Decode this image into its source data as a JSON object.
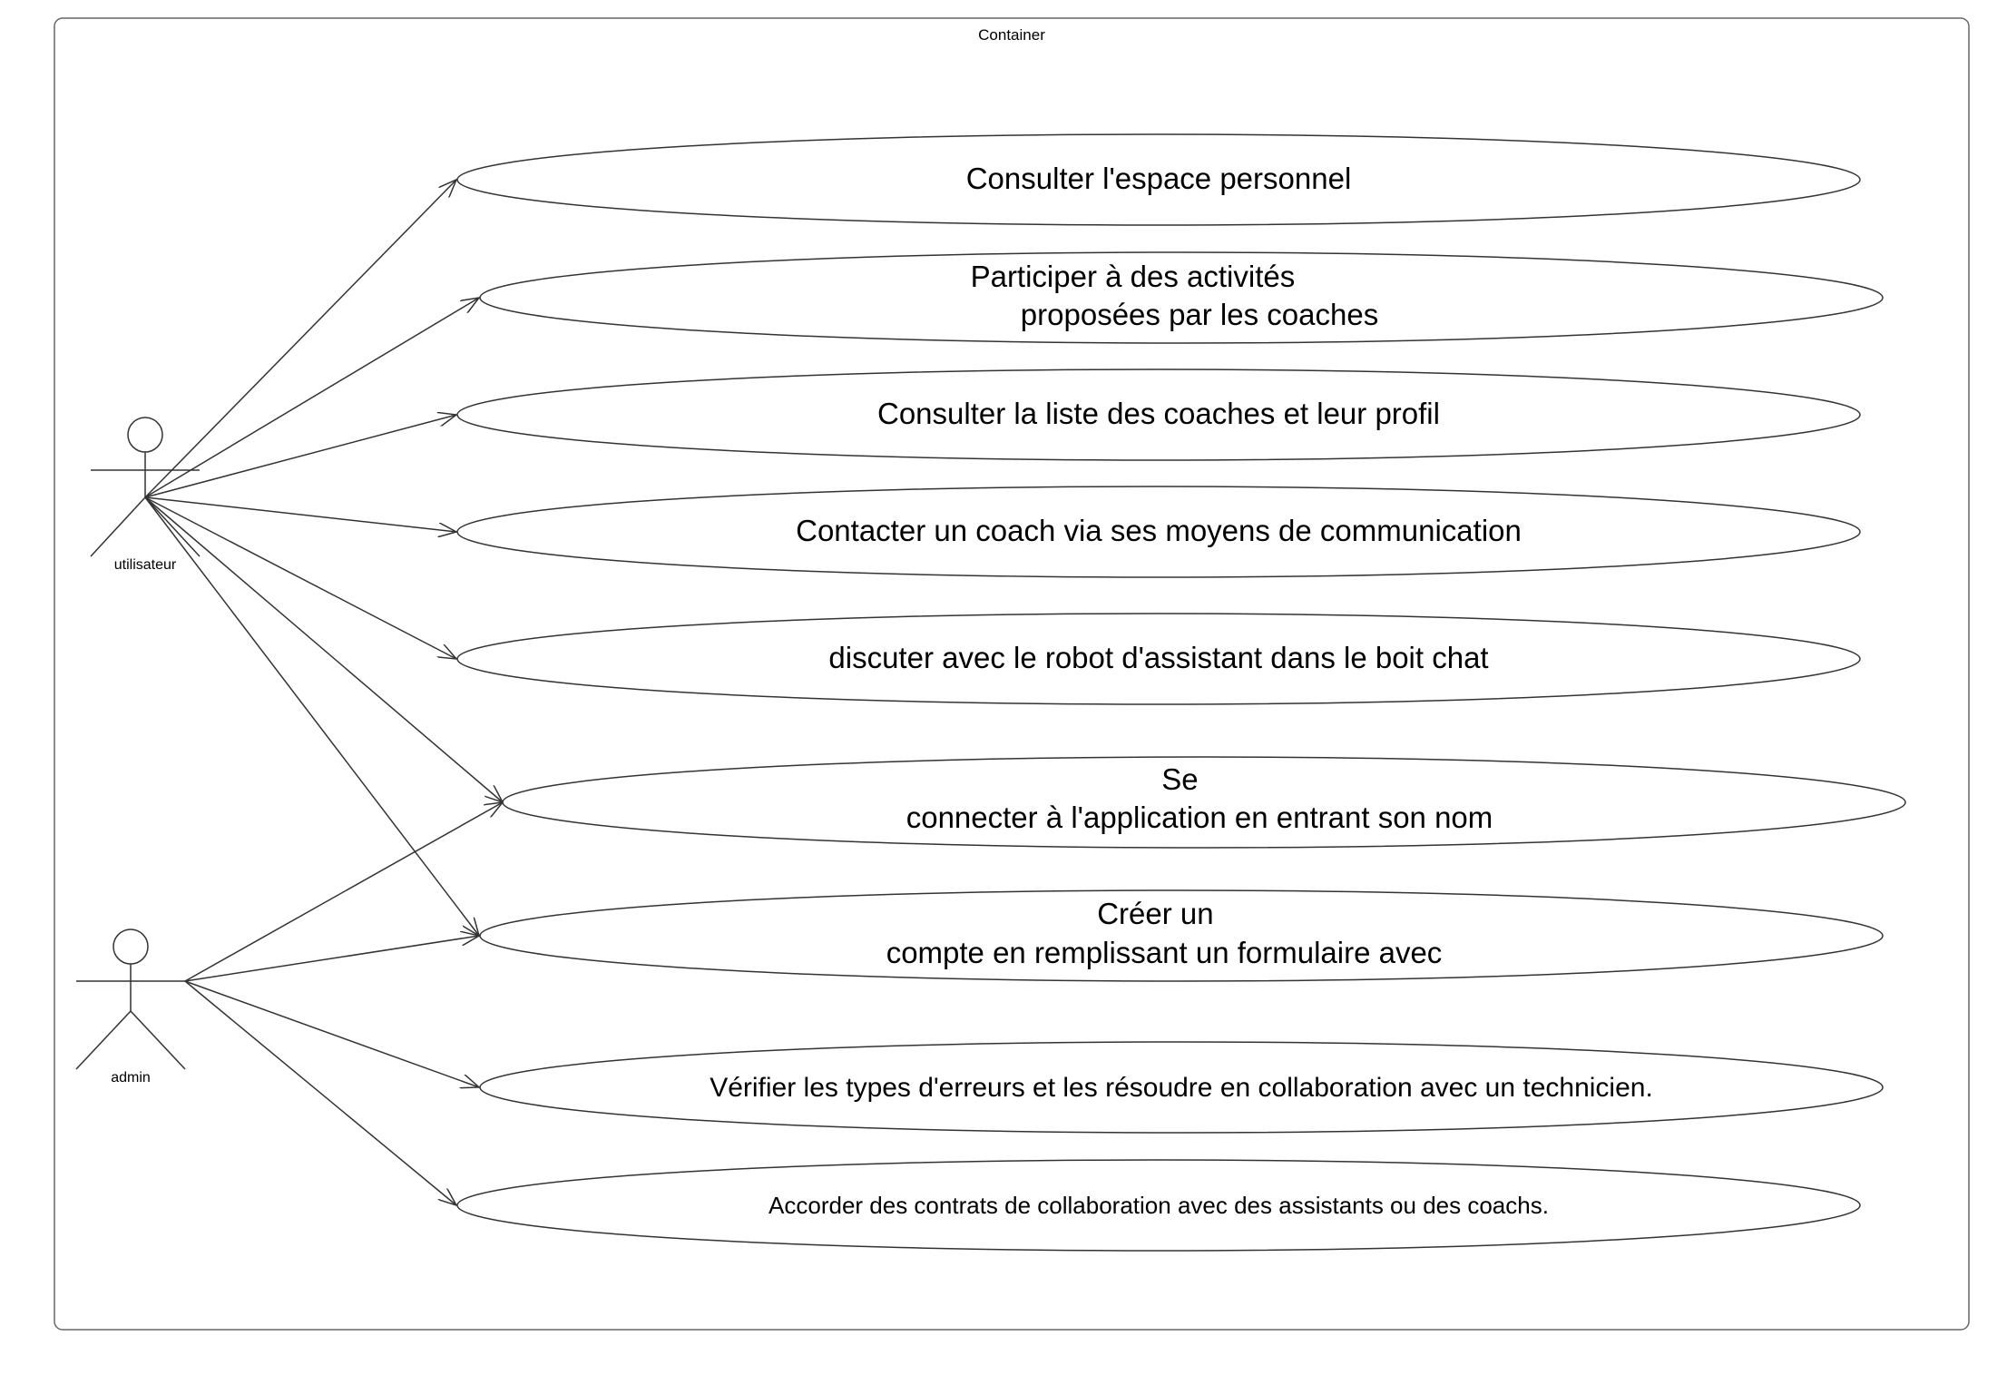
{
  "container": {
    "title": "Container"
  },
  "actors": [
    {
      "id": "utilisateur",
      "label": "utilisateur"
    },
    {
      "id": "admin",
      "label": "admin"
    }
  ],
  "use_cases": [
    {
      "id": "uc1",
      "lines": [
        "Consulter l'espace personnel"
      ]
    },
    {
      "id": "uc2",
      "lines": [
        "Participer à des activités",
        "proposées par les coaches"
      ]
    },
    {
      "id": "uc3",
      "lines": [
        "Consulter la liste des coaches et leur profil"
      ]
    },
    {
      "id": "uc4",
      "lines": [
        "Contacter un coach via ses moyens de communication"
      ]
    },
    {
      "id": "uc5",
      "lines": [
        "discuter avec le robot d'assistant dans le boit chat"
      ]
    },
    {
      "id": "uc6",
      "lines": [
        "Se",
        "connecter à l'application en entrant son nom"
      ]
    },
    {
      "id": "uc7",
      "lines": [
        "Créer un",
        "compte en remplissant un formulaire avec"
      ]
    },
    {
      "id": "uc8",
      "lines": [
        "Vérifier les types d'erreurs et les résoudre en collaboration avec un technicien."
      ]
    },
    {
      "id": "uc9",
      "lines": [
        "Accorder des contrats de collaboration avec des assistants ou des coachs."
      ]
    }
  ],
  "associations": [
    {
      "from": "utilisateur",
      "to": "uc1"
    },
    {
      "from": "utilisateur",
      "to": "uc2"
    },
    {
      "from": "utilisateur",
      "to": "uc3"
    },
    {
      "from": "utilisateur",
      "to": "uc4"
    },
    {
      "from": "utilisateur",
      "to": "uc5"
    },
    {
      "from": "utilisateur",
      "to": "uc6"
    },
    {
      "from": "utilisateur",
      "to": "uc7"
    },
    {
      "from": "admin",
      "to": "uc6"
    },
    {
      "from": "admin",
      "to": "uc7"
    },
    {
      "from": "admin",
      "to": "uc8"
    },
    {
      "from": "admin",
      "to": "uc9"
    }
  ],
  "colors": {
    "stroke": "#333333",
    "text": "#000000",
    "background": "#ffffff"
  }
}
